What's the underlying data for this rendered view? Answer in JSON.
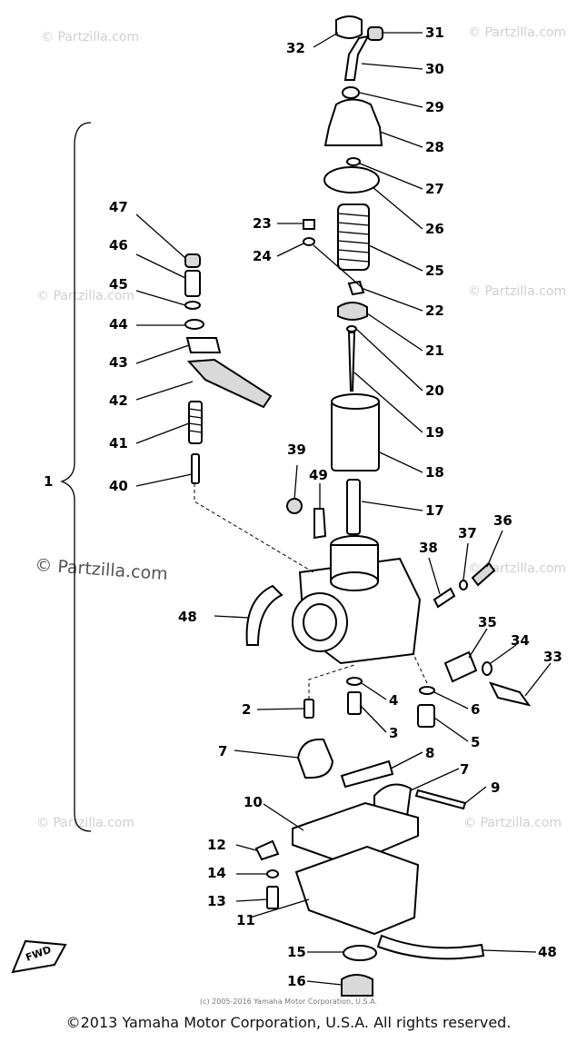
{
  "diagram": {
    "callouts": [
      "1",
      "2",
      "3",
      "4",
      "5",
      "6",
      "7",
      "8",
      "9",
      "10",
      "11",
      "12",
      "13",
      "14",
      "15",
      "16",
      "17",
      "18",
      "19",
      "20",
      "21",
      "22",
      "23",
      "24",
      "25",
      "26",
      "27",
      "28",
      "29",
      "30",
      "31",
      "32",
      "33",
      "34",
      "35",
      "36",
      "37",
      "38",
      "39",
      "40",
      "41",
      "42",
      "43",
      "44",
      "45",
      "46",
      "47",
      "48",
      "49"
    ],
    "direction_badge": "FWD"
  },
  "watermark": {
    "small": "© Partzilla.com",
    "large": "© Partzilla.com"
  },
  "fineprint": "(c) 2005-2016 Yamaha Motor Corporation, U.S.A.",
  "footer": "©2013 Yamaha Motor Corporation, U.S.A. All rights reserved."
}
